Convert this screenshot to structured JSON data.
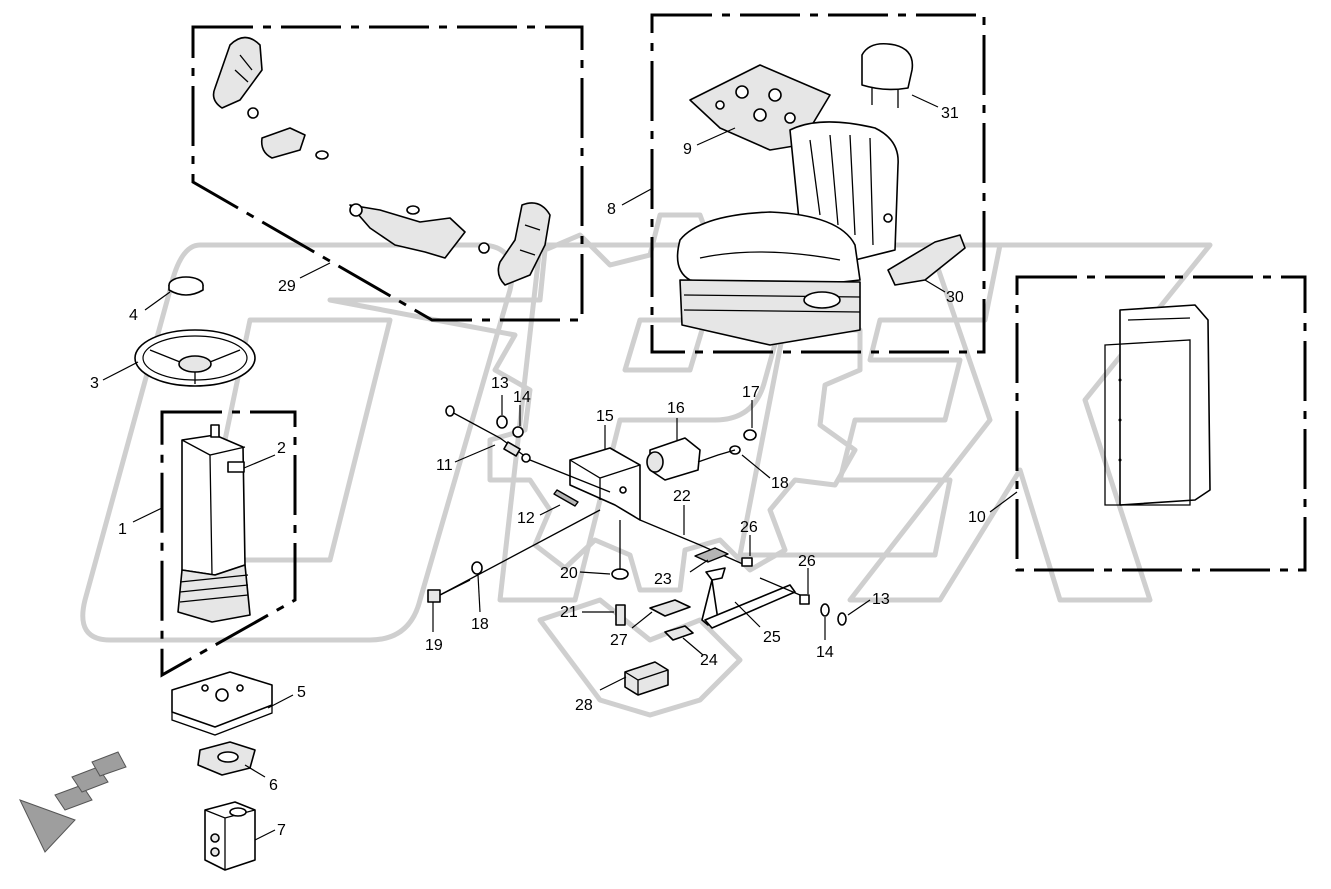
{
  "diagram": {
    "callouts": {
      "c1": "1",
      "c2": "2",
      "c3": "3",
      "c4": "4",
      "c5": "5",
      "c6": "6",
      "c7": "7",
      "c8": "8",
      "c9": "9",
      "c10": "10",
      "c11": "11",
      "c12": "12",
      "c13a": "13",
      "c13b": "13",
      "c14a": "14",
      "c14b": "14",
      "c15": "15",
      "c16": "16",
      "c17": "17",
      "c18a": "18",
      "c18b": "18",
      "c19": "19",
      "c20": "20",
      "c21": "21",
      "c22": "22",
      "c23": "23",
      "c24": "24",
      "c25": "25",
      "c26a": "26",
      "c26b": "26",
      "c27": "27",
      "c28": "28",
      "c29": "29",
      "c30": "30",
      "c31": "31"
    },
    "watermark": "OPEX"
  }
}
